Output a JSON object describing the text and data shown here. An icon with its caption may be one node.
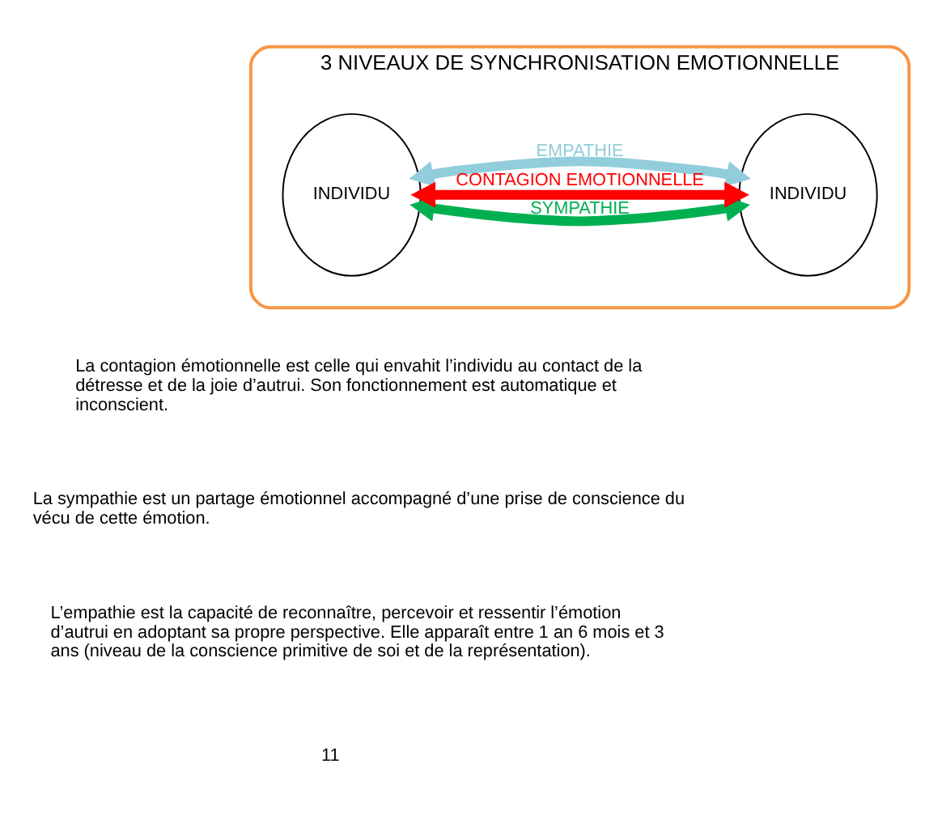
{
  "diagram": {
    "nodes": [
      {
        "text": [
          "3 NIVEAUX DE SYNCHRONISATION EMOTIONNELLE"
        ]
      },
      {
        "text": [
          "INDIVIDU"
        ],
        "in": 0
      },
      {
        "text": [
          "INDIVIDU"
        ],
        "in": 0
      }
    ],
    "edges": [
      {
        "from": 1,
        "to": 2,
        "arrow": "both",
        "label": "EMPATHIE",
        "color": "#92cddc"
      },
      {
        "from": 1,
        "to": 2,
        "arrow": "both",
        "label": "SYMPATHIE",
        "color": "#00b050"
      },
      {
        "from": 1,
        "to": 2,
        "arrow": "both",
        "label": "CONTAGION EMOTIONNELLE",
        "color": "#ff0000"
      }
    ],
    "labels": [
      "La contagion émotionnelle est celle qui envahit l’individu au contact de la détresse et de la joie d’autrui. Son fonctionnement est automatique et inconscient.",
      "La sympathie est un partage émotionnel accompagné d’une prise de conscience du vécu de cette émotion.",
      "L’empathie est la capacité de reconnaître, percevoir et ressentir l’émotion d’autrui en adoptant sa propre perspective. Elle apparaît entre 1 an 6 mois et 3 ans (niveau de la conscience primitive de soi et de la représentation).",
      "11"
    ]
  }
}
